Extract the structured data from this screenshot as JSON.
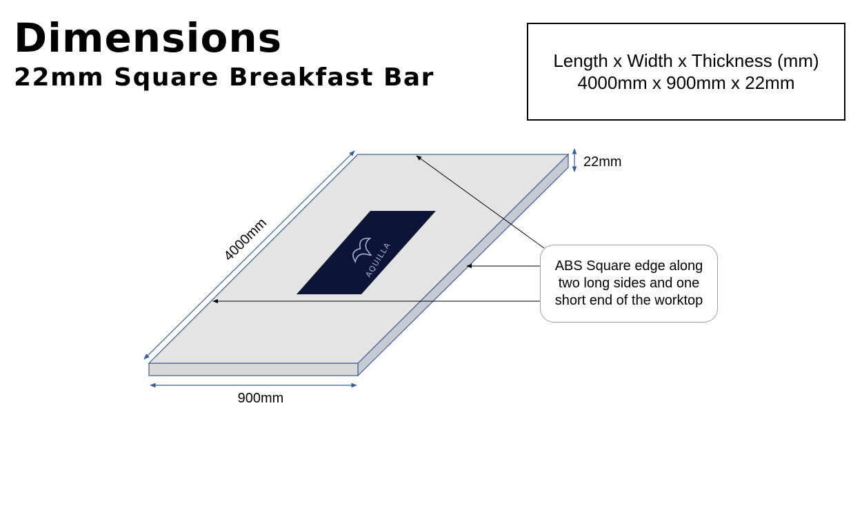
{
  "header": {
    "title": "Dimensions",
    "subtitle": "22mm Square Breakfast Bar"
  },
  "spec_box": {
    "line1": "Length x Width x Thickness (mm)",
    "line2": "4000mm x 900mm x 22mm"
  },
  "dimensions": {
    "length": "4000mm",
    "width": "900mm",
    "thickness": "22mm"
  },
  "callout": {
    "text": "ABS Square edge along two long sides and one short end of the worktop"
  },
  "logo": {
    "brand": "AQUILLA"
  },
  "colors": {
    "top_face": "#e4e4e4",
    "side_face": "#c6cad2",
    "edge_stroke": "#3d5d99",
    "dimension_arrow": "#2f5ea3",
    "logo_background": "#0c1535",
    "logo_mark": "#9fb7d6"
  }
}
